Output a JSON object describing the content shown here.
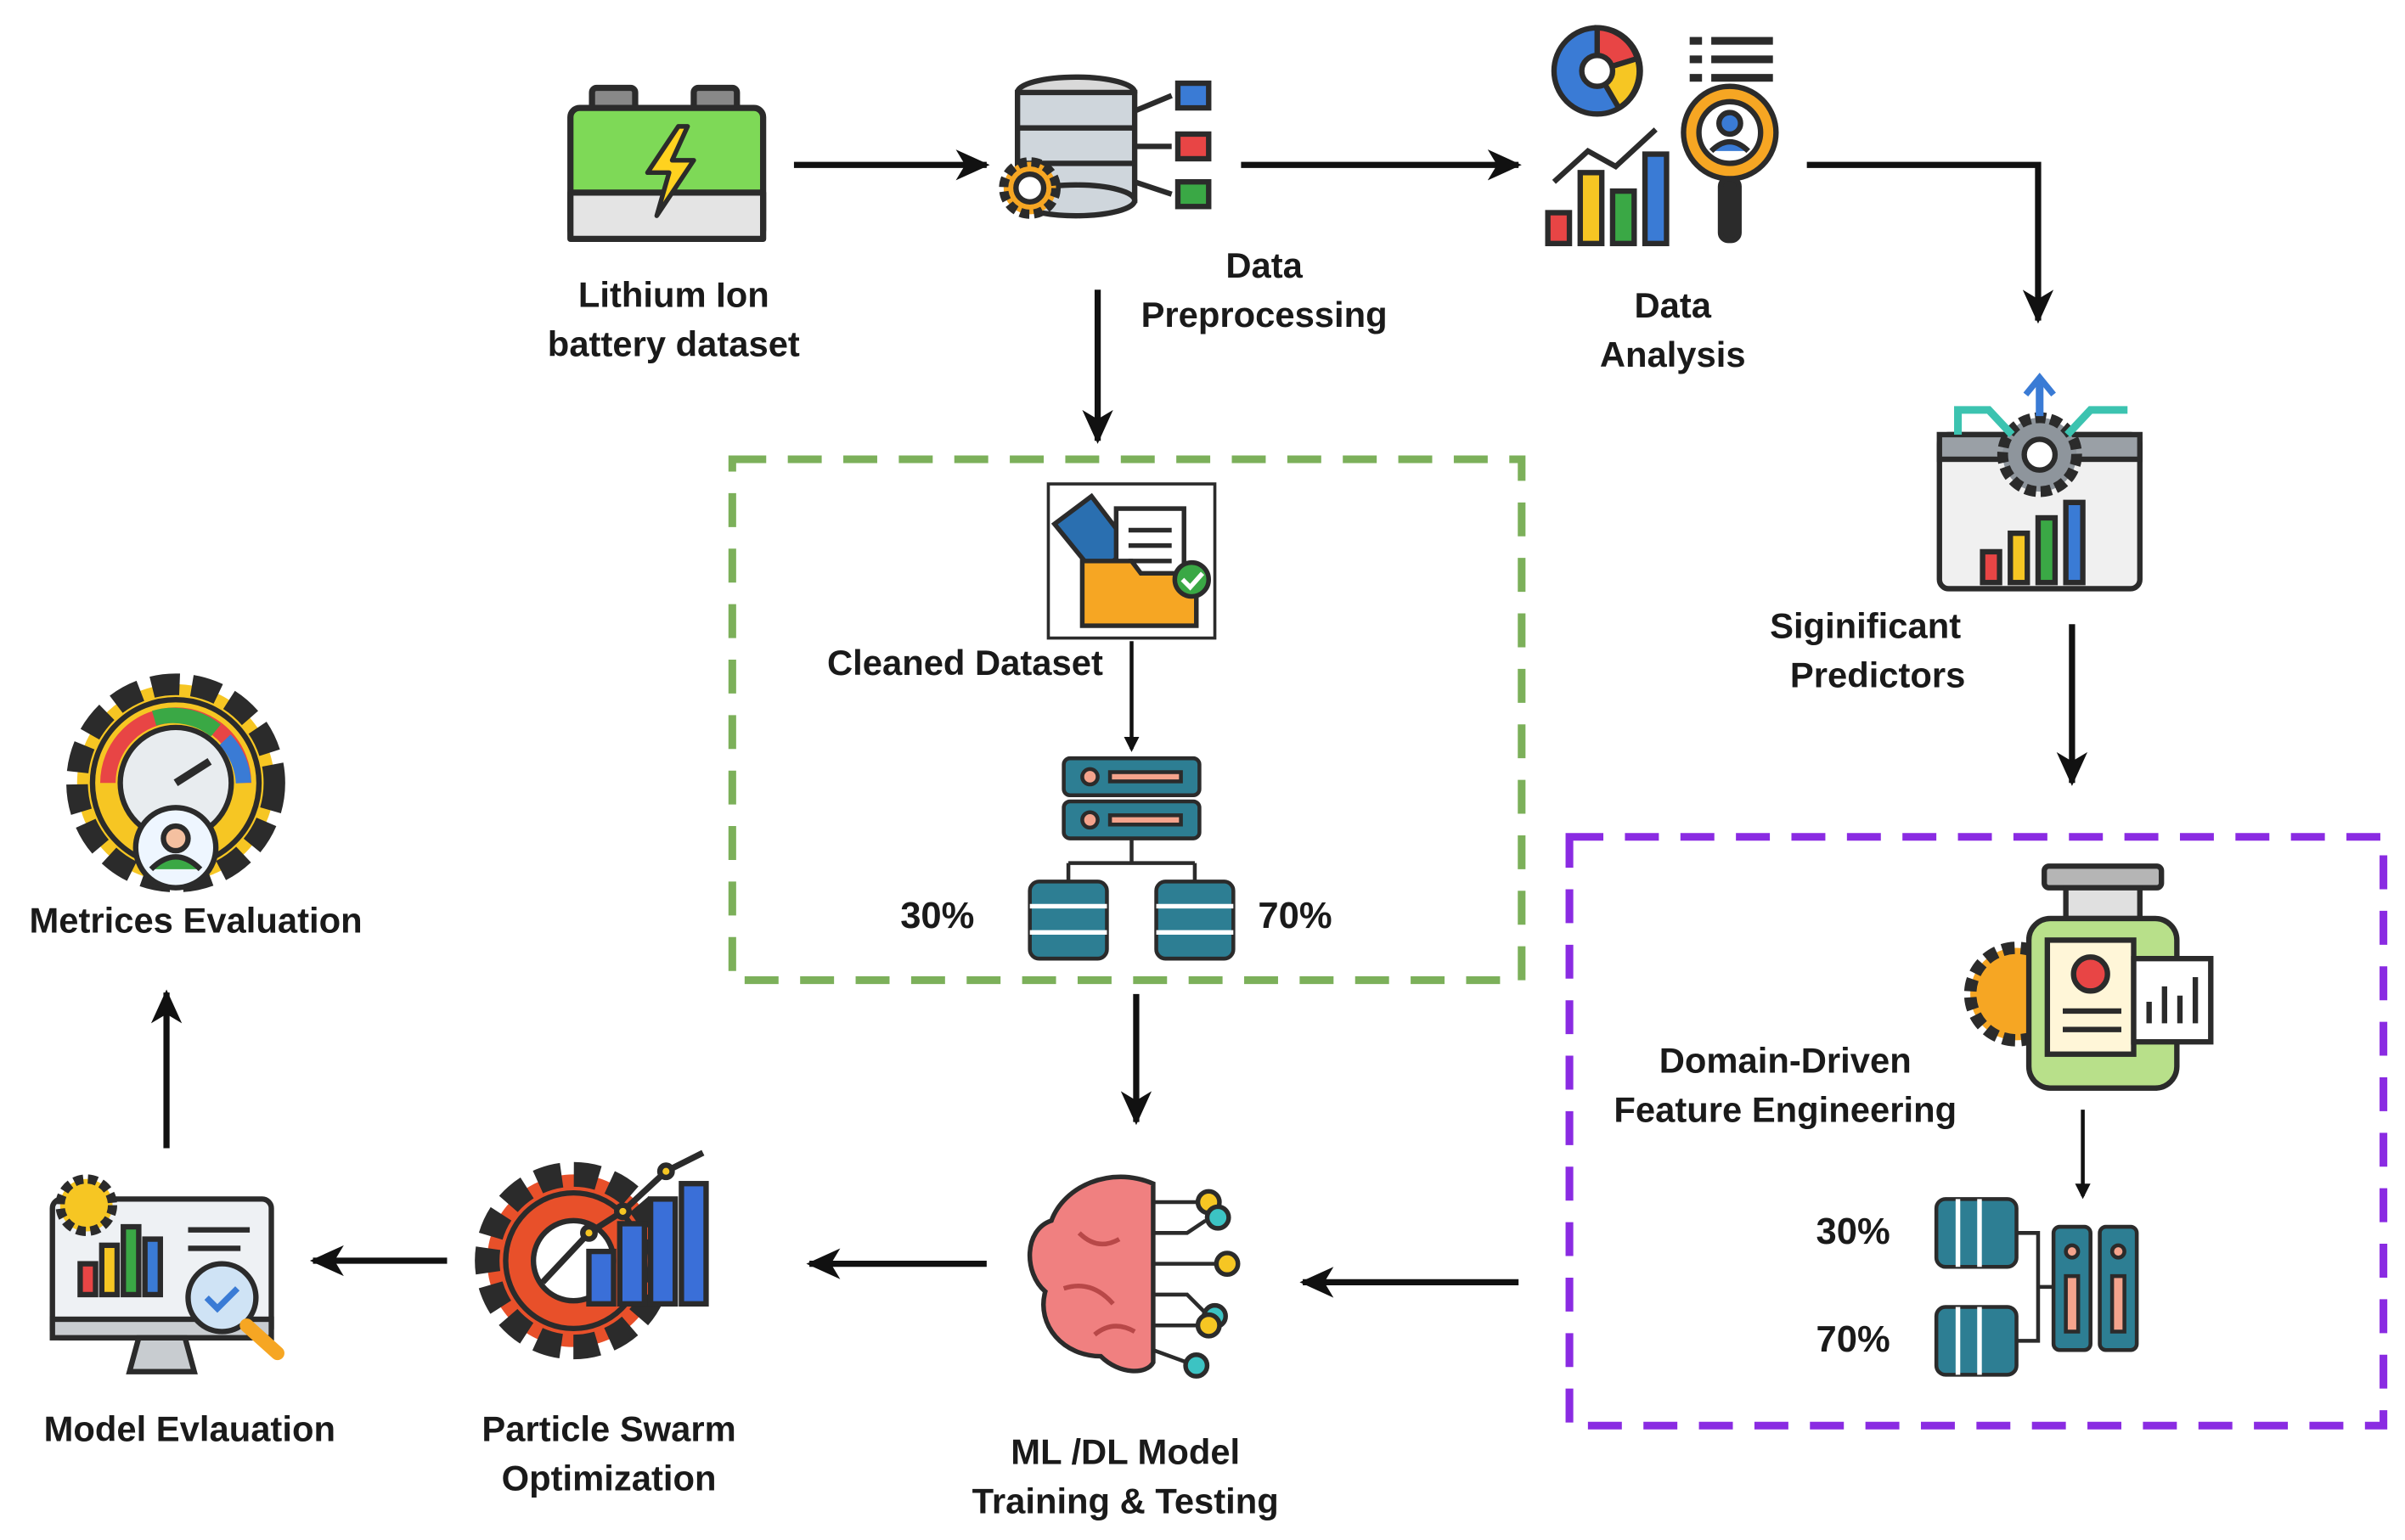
{
  "nodes": {
    "dataset": {
      "line1": "Lithium Ion",
      "line2": "battery dataset",
      "icon": "battery-icon"
    },
    "preprocessing": {
      "line1": "Data",
      "line2": "Preprocessing",
      "icon": "database-gear-icon"
    },
    "analysis": {
      "line1": "Data",
      "line2": "Analysis",
      "icon": "analytics-icon"
    },
    "predictors": {
      "line1": "Siginificant",
      "line2": "Predictors",
      "icon": "predictor-dashboard-icon"
    },
    "cleaned": {
      "label": "Cleaned Dataset",
      "icon": "folder-check-icon",
      "split_left": "30%",
      "split_right": "70%"
    },
    "feature_eng": {
      "line1": "Domain-Driven",
      "line2": "Feature Engineering",
      "icon": "feature-machine-icon",
      "split_top": "30%",
      "split_bottom": "70%"
    },
    "model": {
      "line1": "ML /DL Model",
      "line2": "Training & Testing",
      "icon": "brain-circuit-icon"
    },
    "pso": {
      "line1": "Particle Swarm",
      "line2": "Optimization",
      "icon": "gear-chart-icon"
    },
    "model_eval": {
      "label": "Model Evlauation",
      "icon": "monitor-chart-icon"
    },
    "metrics_eval": {
      "label": "Metrices Evaluation",
      "icon": "gauge-gear-icon"
    }
  },
  "colors": {
    "cleaned_box_border": "#7cb05a",
    "feature_box_border": "#8a2be2",
    "arrow": "#111111"
  }
}
